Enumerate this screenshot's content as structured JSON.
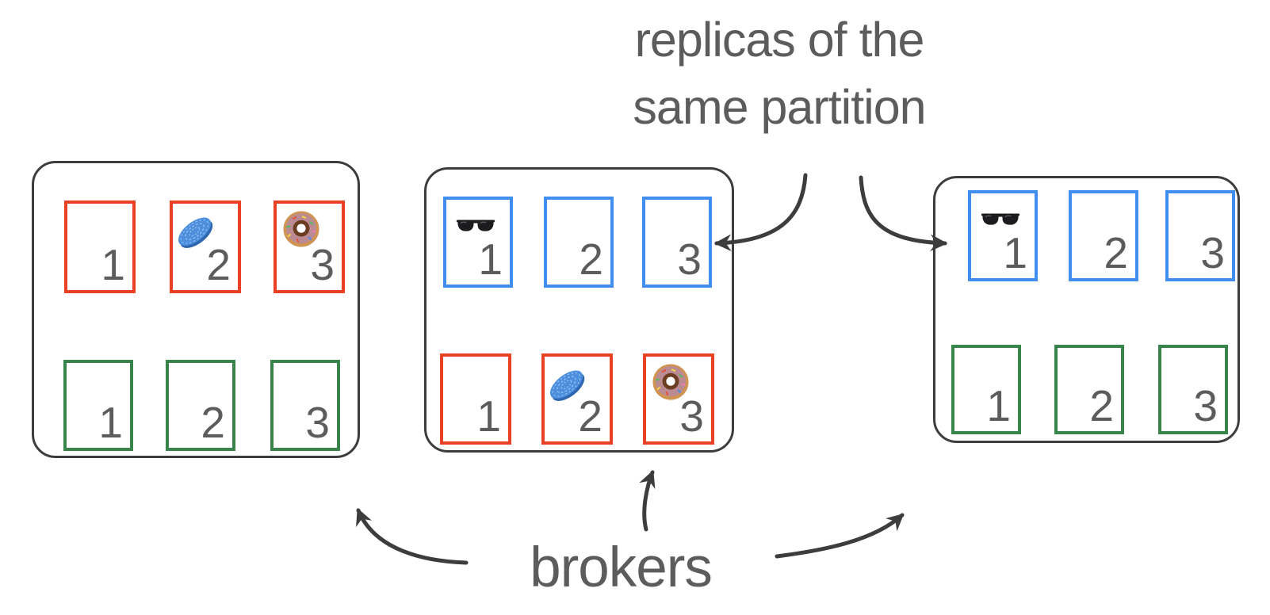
{
  "diagram": {
    "title": {
      "line1": "replicas of the",
      "line2": "same partition"
    },
    "footer_label": "brokers",
    "colors": {
      "outline": "#3d3d3d",
      "text": "#5c5c5c",
      "partition_red": "#ea4126",
      "partition_green": "#37854b",
      "partition_blue": "#3f8ef0"
    },
    "icons": {
      "flying-disc": "🥏",
      "donut": "🍩",
      "sunglasses": "🕶"
    },
    "brokers": [
      {
        "name": "broker-1",
        "rows": [
          {
            "color": "red",
            "partitions": [
              {
                "label": "1",
                "icon": null
              },
              {
                "label": "2",
                "icon": "flying-disc"
              },
              {
                "label": "3",
                "icon": "donut"
              }
            ]
          },
          {
            "color": "green",
            "partitions": [
              {
                "label": "1",
                "icon": null
              },
              {
                "label": "2",
                "icon": null
              },
              {
                "label": "3",
                "icon": null
              }
            ]
          }
        ]
      },
      {
        "name": "broker-2",
        "rows": [
          {
            "color": "blue",
            "partitions": [
              {
                "label": "1",
                "icon": "sunglasses"
              },
              {
                "label": "2",
                "icon": null
              },
              {
                "label": "3",
                "icon": null
              }
            ]
          },
          {
            "color": "red",
            "partitions": [
              {
                "label": "1",
                "icon": null
              },
              {
                "label": "2",
                "icon": "flying-disc"
              },
              {
                "label": "3",
                "icon": "donut"
              }
            ]
          }
        ]
      },
      {
        "name": "broker-3",
        "rows": [
          {
            "color": "blue",
            "partitions": [
              {
                "label": "1",
                "icon": "sunglasses"
              },
              {
                "label": "2",
                "icon": null
              },
              {
                "label": "3",
                "icon": null
              }
            ]
          },
          {
            "color": "green",
            "partitions": [
              {
                "label": "1",
                "icon": null
              },
              {
                "label": "2",
                "icon": null
              },
              {
                "label": "3",
                "icon": null
              }
            ]
          }
        ]
      }
    ],
    "arrows": [
      {
        "from": "replicas-label",
        "to": "broker-2-blue-partition-3"
      },
      {
        "from": "replicas-label",
        "to": "broker-3-blue-partition-1"
      },
      {
        "from": "brokers-label",
        "to": "broker-1"
      },
      {
        "from": "brokers-label",
        "to": "broker-2"
      },
      {
        "from": "brokers-label",
        "to": "broker-3"
      }
    ]
  }
}
